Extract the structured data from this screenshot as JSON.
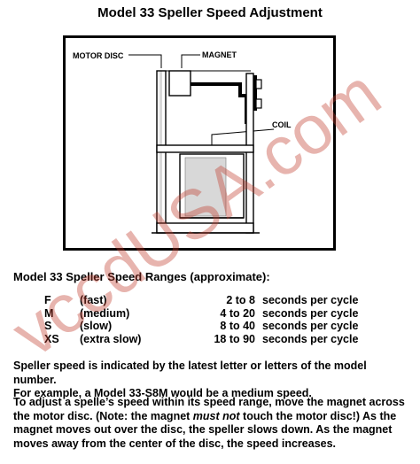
{
  "title": "Model  33 Speller Speed Adjustment",
  "diagram": {
    "labels": {
      "motor_disc": "MOTOR DISC",
      "magnet": "MAGNET",
      "coil": "COIL"
    }
  },
  "ranges": {
    "heading": "Model  33 Speller Speed Ranges (approximate):",
    "rows": [
      {
        "code": "F",
        "name": "(fast)",
        "range": "2 to  8",
        "unit": "seconds per cycle"
      },
      {
        "code": "M",
        "name": "(medium)",
        "range": "4 to 20",
        "unit": "seconds per cycle"
      },
      {
        "code": "S",
        "name": "(slow)",
        "range": "8 to 40",
        "unit": "seconds per cycle"
      },
      {
        "code": "XS",
        "name": "(extra slow)",
        "range": "18 to 90",
        "unit": "seconds per cycle"
      }
    ]
  },
  "para1": {
    "line1": "Speller speed is indicated by the latest letter or letters of the model number.",
    "line2": "For example, a Model 33-S8M would be a medium speed."
  },
  "para2": {
    "line1": "To adjust a spelle’s speed within its speed range, move the magnet across",
    "line2a": "the motor disc. (Note: the magnet ",
    "line2em": "must not",
    "line2b": " touch the motor disc!) As the",
    "line3": "magnet moves out over the disc, the speller slows down. As the magnet",
    "line4": "moves away from the center of the disc, the speed increases."
  },
  "watermark": "vccdUSA.com"
}
